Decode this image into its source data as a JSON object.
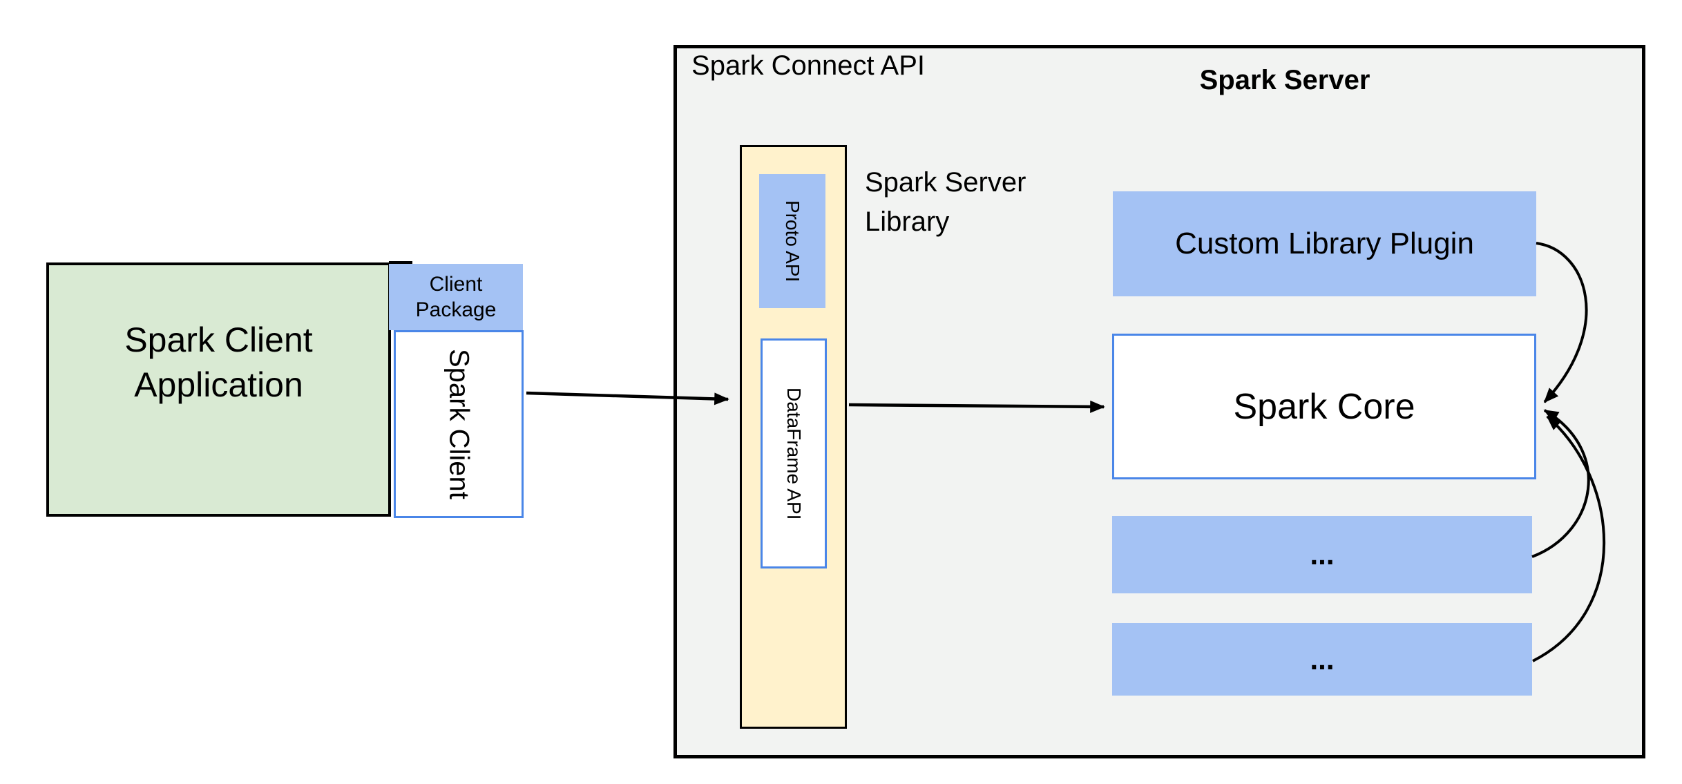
{
  "diagram": {
    "client": {
      "application_label": "Spark Client Application",
      "package_label": "Client Package",
      "spark_client_label": "Spark Client"
    },
    "connect_api": {
      "title": "Spark Connect API",
      "proto_label": "Proto API",
      "dataframe_label": "DataFrame API"
    },
    "server": {
      "title": "Spark Server",
      "library_label": "Spark Server Library",
      "plugin_label": "Custom Library Plugin",
      "core_label": "Spark Core",
      "extra_boxes": [
        "...",
        "..."
      ]
    },
    "colors": {
      "green_fill": "#d9ead3",
      "blue_fill": "#a4c2f4",
      "cream_fill": "#fff2cc",
      "panel_fill": "#f2f3f2",
      "blue_border": "#4a86e8",
      "line": "#000000"
    }
  }
}
